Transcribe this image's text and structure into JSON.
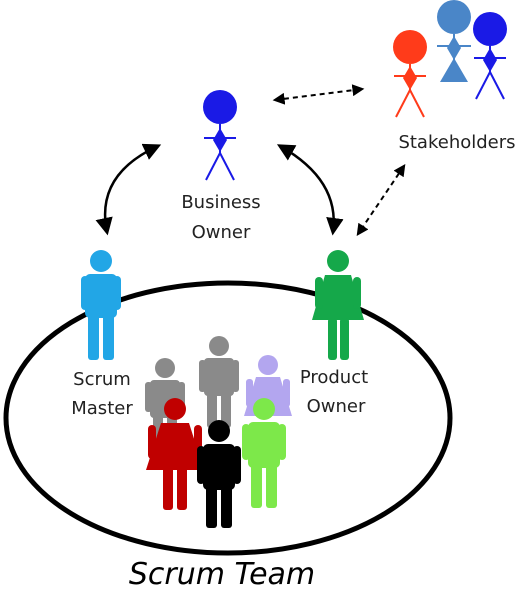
{
  "labels": {
    "business_owner_line1": "Business",
    "business_owner_line2": "Owner",
    "stakeholders": "Stakeholders",
    "scrum_master_line1": "Scrum",
    "scrum_master_line2": "Master",
    "product_owner_line1": "Product",
    "product_owner_line2": "Owner",
    "team_title": "Scrum Team"
  },
  "colors": {
    "business_owner": "#1a1ae6",
    "stakeholder_red": "#ff3b1a",
    "stakeholder_steel": "#4a86c8",
    "stakeholder_blue": "#1a1ae6",
    "scrum_master": "#22a6e6",
    "product_owner": "#15a84a",
    "team_gray": "#8a8a8a",
    "team_lavender": "#b3a6ef",
    "team_red": "#c00000",
    "team_black": "#000000",
    "team_green": "#7de84a"
  },
  "icons": [
    "business-owner-stick-figure",
    "stakeholder-stick-figure",
    "person-icon"
  ]
}
